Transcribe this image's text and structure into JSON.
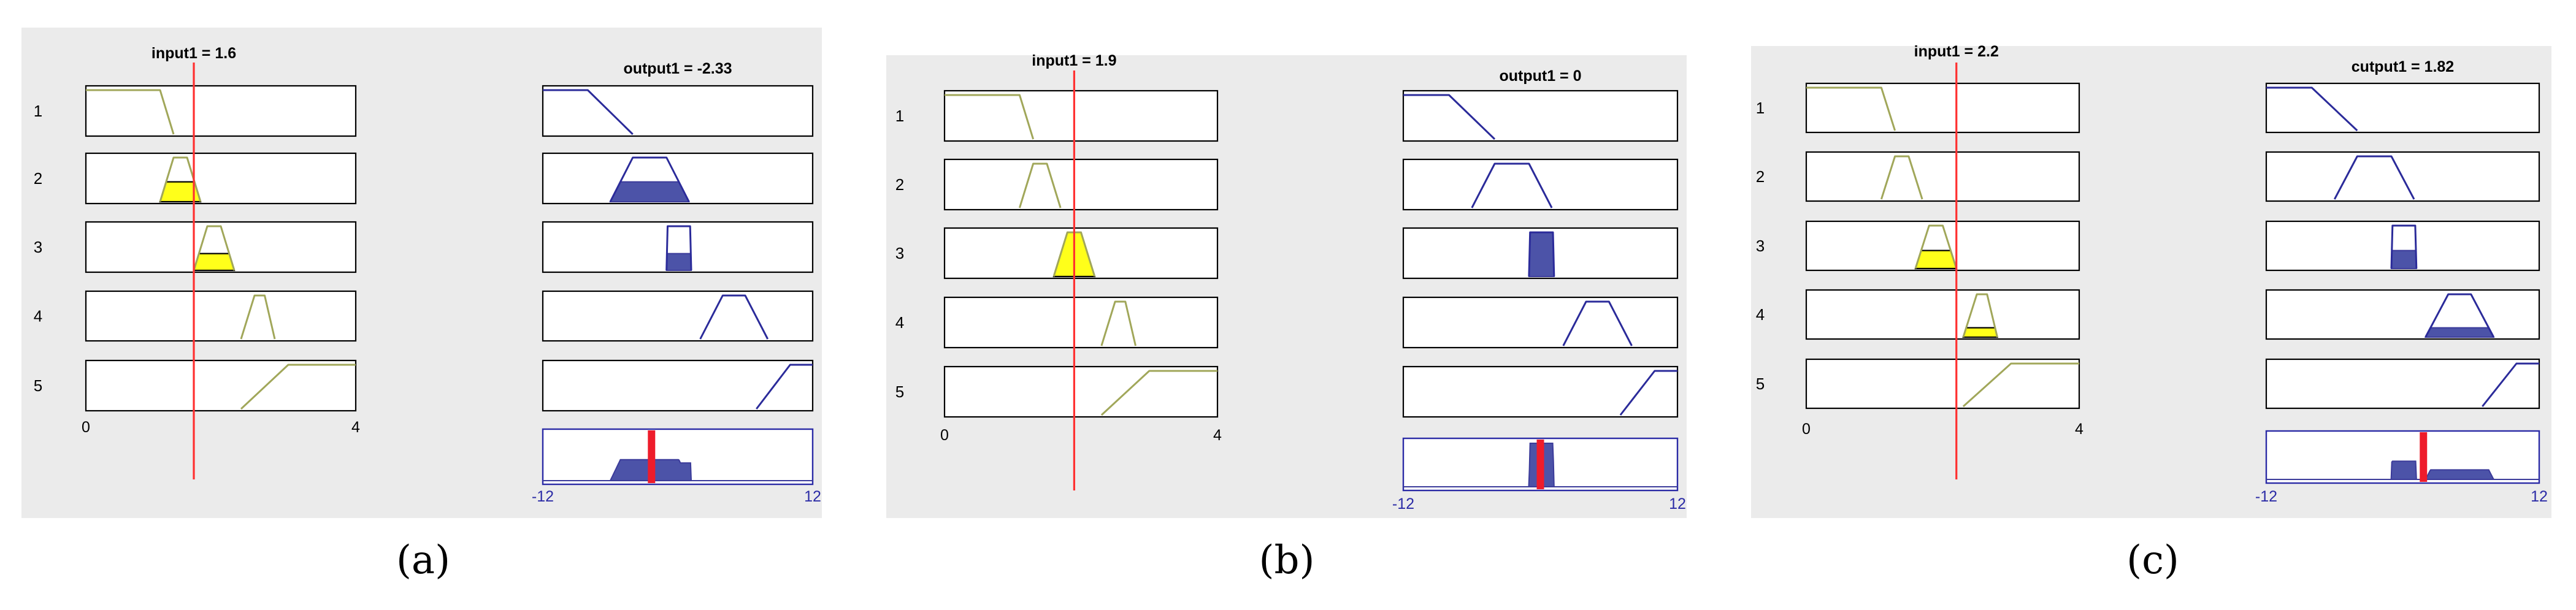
{
  "panels": [
    {
      "input_label": "input1 = 1.6",
      "output_label": "output1 = -2.33",
      "input_value": 1.6,
      "output_value": -2.33,
      "rule_numbers": [
        "1",
        "2",
        "3",
        "4",
        "5"
      ],
      "input_range_labels": [
        "0",
        "4"
      ],
      "output_range_labels": [
        "-12",
        "12"
      ],
      "input_firing": [
        0,
        0.45,
        0.38,
        0,
        0
      ],
      "output_firing": [
        0,
        0.45,
        0.38,
        0,
        0
      ],
      "caption": "(a)"
    },
    {
      "input_label": "input1 = 1.9",
      "output_label": "output1 = 0",
      "input_value": 1.9,
      "output_value": 0,
      "rule_numbers": [
        "1",
        "2",
        "3",
        "4",
        "5"
      ],
      "input_range_labels": [
        "0",
        "4"
      ],
      "output_range_labels": [
        "-12",
        "12"
      ],
      "input_firing": [
        0,
        0,
        1,
        0,
        0
      ],
      "output_firing": [
        0,
        0,
        1,
        0,
        0
      ],
      "caption": "(b)"
    },
    {
      "input_label": "input1 = 2.2",
      "output_label": "cutput1 = 1.82",
      "input_value": 2.2,
      "output_value": 1.82,
      "rule_numbers": [
        "1",
        "2",
        "3",
        "4",
        "5"
      ],
      "input_range_labels": [
        "0",
        "4"
      ],
      "output_range_labels": [
        "-12",
        "12"
      ],
      "input_firing": [
        0,
        0,
        0.42,
        0.22,
        0
      ],
      "output_firing": [
        0,
        0,
        0.42,
        0.22,
        0
      ],
      "caption": "(c)"
    }
  ],
  "input_mfs": [
    [
      [
        0,
        1
      ],
      [
        1.1,
        1
      ],
      [
        1.3,
        0
      ]
    ],
    [
      [
        1.1,
        0
      ],
      [
        1.3,
        1
      ],
      [
        1.5,
        1
      ],
      [
        1.7,
        0
      ]
    ],
    [
      [
        1.6,
        0
      ],
      [
        1.8,
        1
      ],
      [
        2.0,
        1
      ],
      [
        2.2,
        0
      ]
    ],
    [
      [
        2.3,
        0
      ],
      [
        2.5,
        1
      ],
      [
        2.65,
        1
      ],
      [
        2.8,
        0
      ]
    ],
    [
      [
        2.3,
        0
      ],
      [
        3.0,
        1
      ],
      [
        4,
        1
      ]
    ]
  ],
  "output_mfs": [
    [
      [
        -12,
        1
      ],
      [
        -8,
        1
      ],
      [
        -4,
        0
      ]
    ],
    [
      [
        -6,
        0
      ],
      [
        -4,
        1
      ],
      [
        -1,
        1
      ],
      [
        1,
        0
      ]
    ],
    [
      [
        -1,
        0
      ],
      [
        -0.9,
        1
      ],
      [
        1.1,
        1
      ],
      [
        1.2,
        0
      ]
    ],
    [
      [
        2,
        0
      ],
      [
        4,
        1
      ],
      [
        6,
        1
      ],
      [
        8,
        0
      ]
    ],
    [
      [
        7,
        0
      ],
      [
        10,
        1
      ],
      [
        12,
        1
      ]
    ]
  ],
  "colors": {
    "panel_background": "#ebebeb",
    "input_mf": "#a1a75a",
    "output_mf": "#2b2b9a",
    "input_fill": "#ffff1a",
    "output_fill": "#4c53a8",
    "input_indicator": "#ff3030",
    "centroid_marker": "#ee1c2b"
  }
}
